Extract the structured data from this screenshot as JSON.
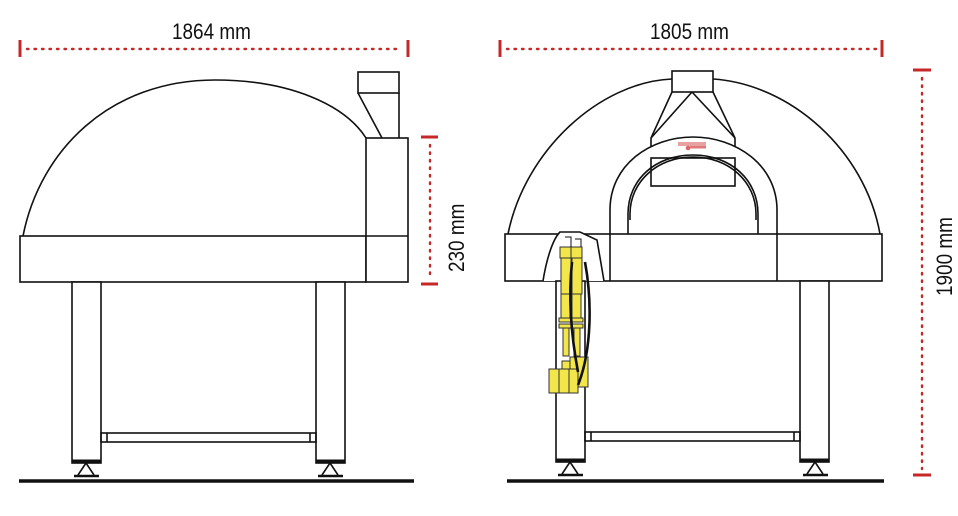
{
  "figure": {
    "title": "Pizza oven dimensional drawing",
    "views": [
      {
        "name": "side-view",
        "description": "Side elevation of dome oven on stand with flue"
      },
      {
        "name": "front-view",
        "description": "Front elevation with arched mouth, hood and yellow gas burner assembly"
      }
    ]
  },
  "dimensions": {
    "side_width": "1864 mm",
    "front_width": "1805 mm",
    "side_height": "230 mm",
    "total_height": "1900 mm"
  },
  "colors": {
    "dimension_line": "#c62828",
    "outline": "#111111",
    "burner": "#f2e64a",
    "background": "#ffffff"
  }
}
